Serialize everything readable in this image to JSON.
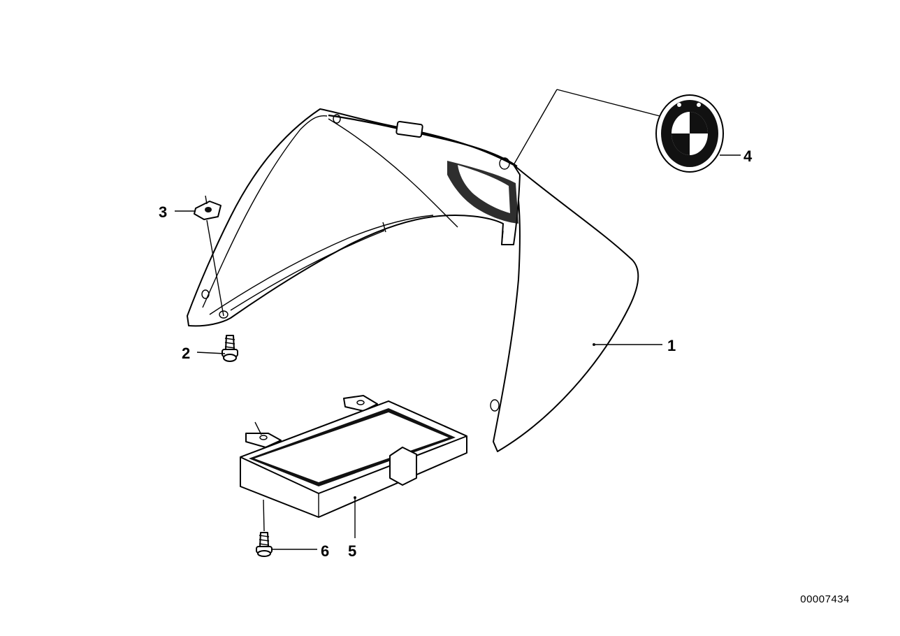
{
  "diagram": {
    "reference_number": "00007434",
    "callouts": [
      {
        "id": "1",
        "label": "1"
      },
      {
        "id": "2",
        "label": "2"
      },
      {
        "id": "3",
        "label": "3"
      },
      {
        "id": "4",
        "label": "4"
      },
      {
        "id": "5",
        "label": "5"
      },
      {
        "id": "6",
        "label": "6"
      }
    ]
  },
  "colors": {
    "line": "#000000",
    "background": "#ffffff",
    "emblem_dark": "#111111"
  }
}
